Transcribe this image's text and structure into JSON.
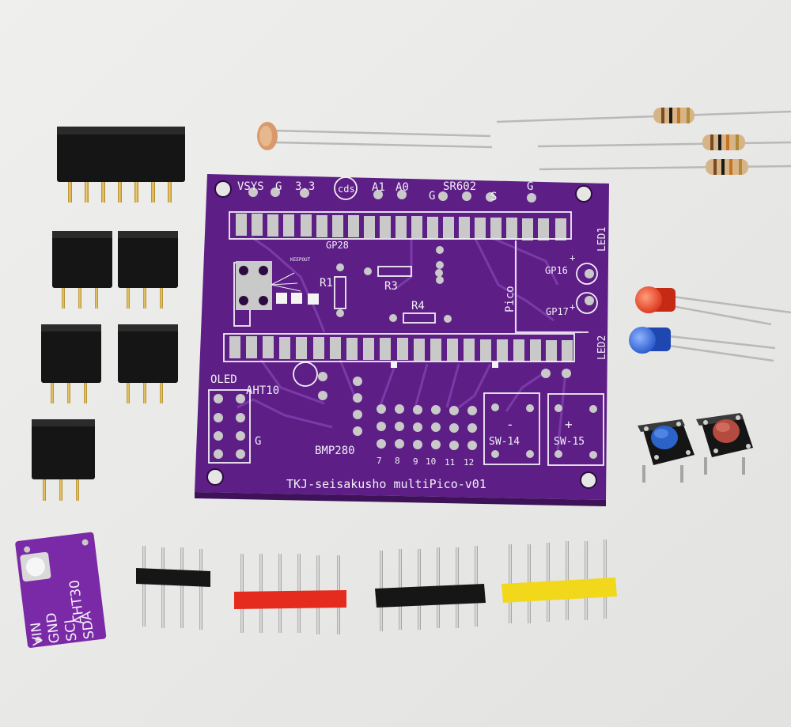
{
  "board": {
    "title": "TKJ-seisakusho multiPico-v01",
    "top_labels": [
      "VSYS",
      "G",
      "3.3",
      "A1",
      "A0",
      "G",
      "SR602",
      "S",
      "G"
    ],
    "cds_label": "cds",
    "gp28_label": "GP28",
    "keepout_label": "KEEPOUT",
    "r1_label": "R1",
    "r3_label": "R3",
    "r4_label": "R4",
    "pico_label": "Pico",
    "gp16_label": "GP16",
    "gp17_label": "GP17",
    "led1_label": "LED1",
    "led2_label": "LED2",
    "oled_label": "OLED",
    "aht10_label": "AHT10",
    "bmp280_label": "BMP280",
    "g_label": "G",
    "sw14_label": "SW-14",
    "sw15_label": "SW-15",
    "minus_label": "-",
    "plus_label": "+",
    "pin_numbers": [
      "7",
      "8",
      "9",
      "10",
      "11",
      "12"
    ]
  },
  "sensor_module": {
    "name": "AHT30",
    "pins": [
      "VIN",
      "GND",
      "SCL",
      "SDA"
    ]
  },
  "colors": {
    "pcb_purple": "#5d1f86",
    "breakout_purple": "#7a2aa6",
    "pad_silver": "#c9c9c9",
    "header_black": "#141414",
    "header_red": "#e52a1e",
    "header_yellow": "#f2d81a",
    "led_red": "#e3341e",
    "led_blue": "#2a5fd6",
    "button_blue": "#2c63c9",
    "button_red": "#b54a40"
  }
}
